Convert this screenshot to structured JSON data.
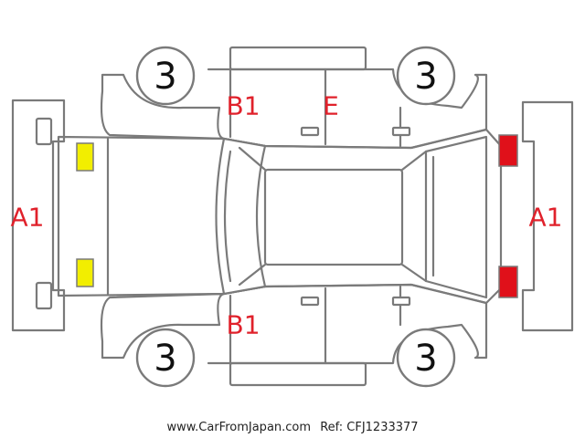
{
  "colors": {
    "outline": "#7a7a7a",
    "damage_code": "#e0212b",
    "front_lamp": "#f2ee00",
    "rear_lamp": "#e0101a"
  },
  "wheels": {
    "front_left": "3",
    "rear_left": "3",
    "front_right": "3",
    "rear_right": "3"
  },
  "damage_codes": {
    "front_bumper": "A1",
    "rear_bumper": "A1",
    "top_pillar": "B1",
    "top_door": "E",
    "bottom_pillar": "B1"
  },
  "footer": {
    "site": "www.CarFromJapan.com",
    "ref": "Ref: CFJ1233377"
  }
}
